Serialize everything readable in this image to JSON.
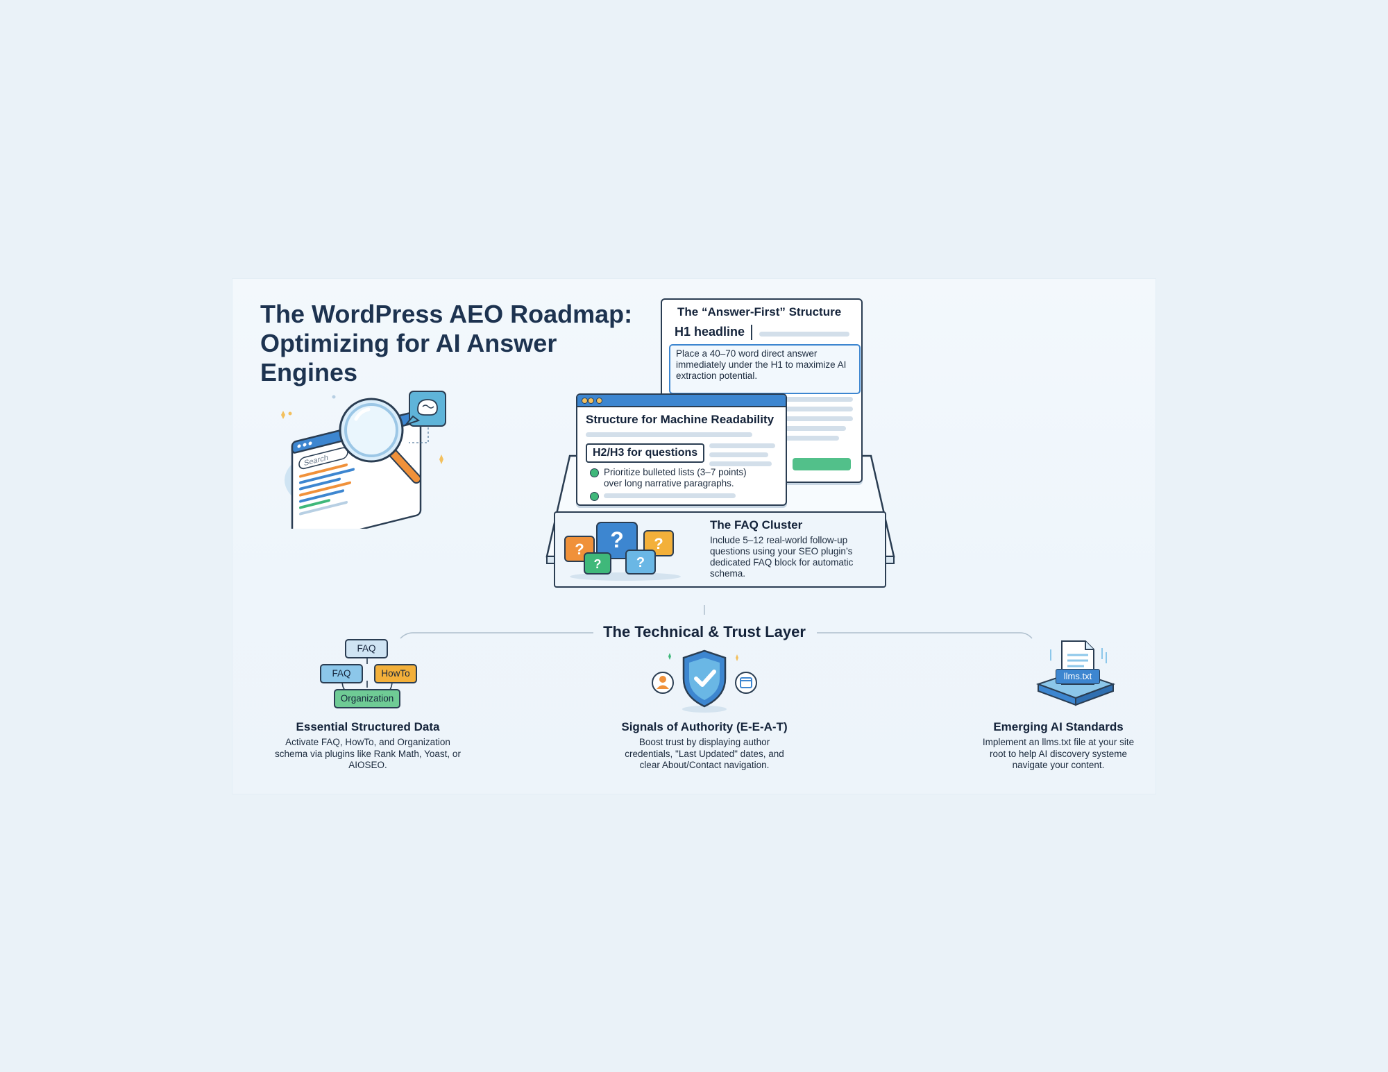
{
  "header": {
    "title_line1": "The WordPress AEO Roadmap:",
    "title_line2": "Optimizing for AI Answer Engines"
  },
  "search_illustration": {
    "search_placeholder": "Search"
  },
  "answer_first": {
    "title": "The “Answer-First” Structure",
    "h1_label": "H1 headline",
    "description": "Place a 40–70 word direct answer immediately under the H1 to maximize AI extraction potential."
  },
  "machine_readability": {
    "title": "Structure for Machine Readability",
    "h2_label": "H2/H3 for questions",
    "bullet": "Prioritize bulleted lists (3–7 points) over long narrative paragraphs."
  },
  "faq_cluster": {
    "title": "The FAQ Cluster",
    "description": "Include 5–12 real-world follow-up questions using your SEO plugin’s dedicated FAQ block for automatic schema."
  },
  "technical_layer": {
    "title": "The Technical & Trust Layer"
  },
  "features": [
    {
      "title": "Essential Structured Data",
      "description": "Activate FAQ, HowTo, and Organization schema via plugins like Rank Math, Yoast, or AIOSEO.",
      "tags": [
        "FAQ",
        "FAQ",
        "HowTo",
        "Organization"
      ]
    },
    {
      "title": "Signals of Authority (E-E-A-T)",
      "description": "Boost trust by displaying author credentials, \"Last Updated\" dates, and clear About/Contact navigation."
    },
    {
      "title": "Emerging AI Standards",
      "description": "Implement an llms.txt file at your site root to help AI discovery systeme navigate your content.",
      "file_label": "llms.txt"
    }
  ],
  "colors": {
    "primary_blue": "#3d86d0",
    "orange": "#f0913a",
    "green": "#3fb87a",
    "dark_navy": "#1d3350",
    "yellow": "#f3c05e"
  }
}
